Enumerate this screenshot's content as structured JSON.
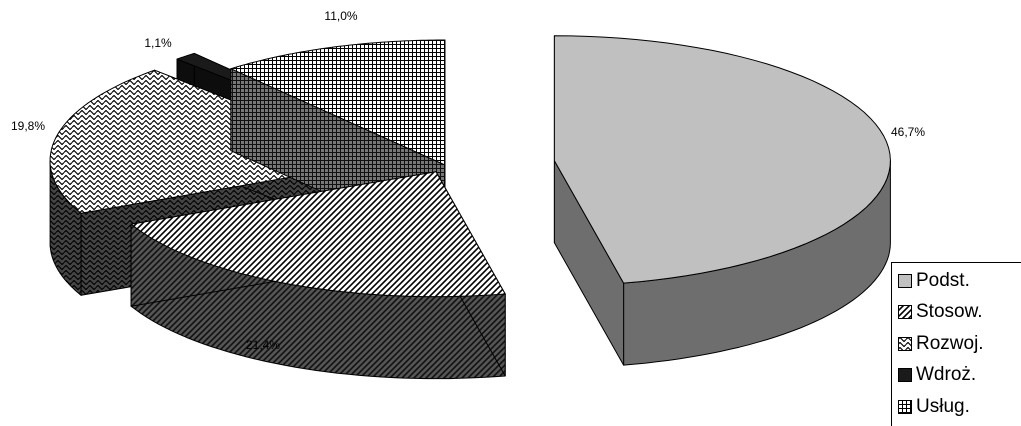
{
  "chart_data": {
    "type": "pie",
    "categories": [
      "Podst.",
      "Stosow.",
      "Rozwoj.",
      "Wdroż.",
      "Usług."
    ],
    "values": [
      46.7,
      21.4,
      19.8,
      1.1,
      11.0
    ],
    "labels": [
      "46,7%",
      "21,4%",
      "19,8%",
      "1,1%",
      "11,0%"
    ],
    "legend_position": "bottom-right",
    "exploded": true,
    "three_d": true
  },
  "legend": {
    "items": [
      {
        "label": "Podst."
      },
      {
        "label": "Stosow."
      },
      {
        "label": "Rozwoj."
      },
      {
        "label": "Wdroż."
      },
      {
        "label": "Usług."
      }
    ]
  }
}
